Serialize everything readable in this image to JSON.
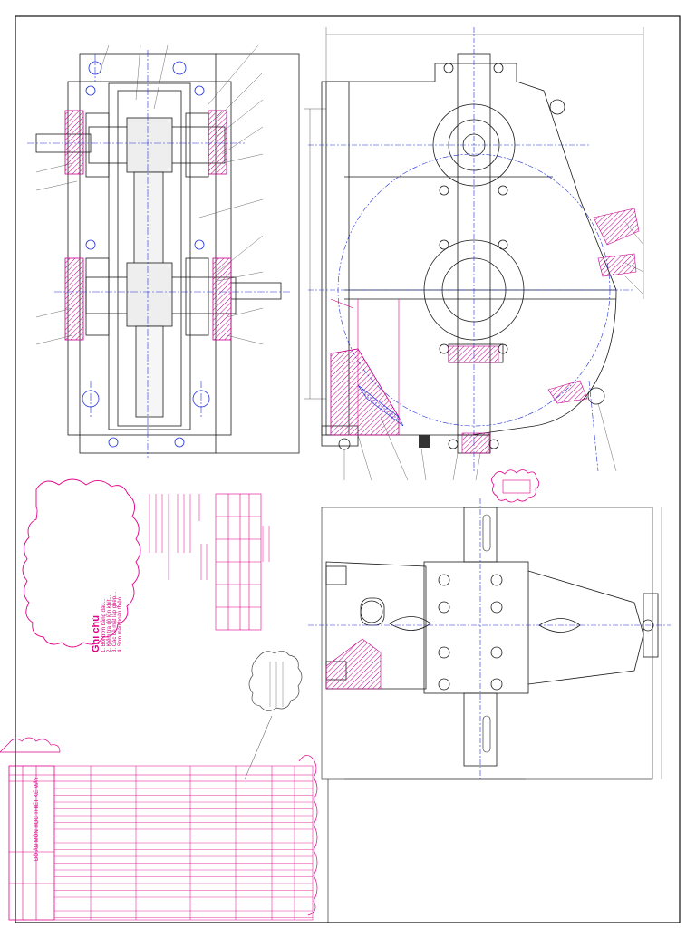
{
  "notes": {
    "title": "Ghi chú",
    "lines": [
      "1. Bôi trơn bằng dầu...",
      "2. Kiểm tra độ kín khít...",
      "3. Các bề mặt lắp ghép...",
      "4. Sơn màu hoàn thiện..."
    ]
  },
  "title_block": {
    "heading": "ĐỒ ÁN MÔN HỌC THIẾT KẾ MÁY"
  },
  "colors": {
    "line": "#1a1a1a",
    "center": "#1f2fd6",
    "section": "#e0008a",
    "hatch": "#b0008a"
  }
}
